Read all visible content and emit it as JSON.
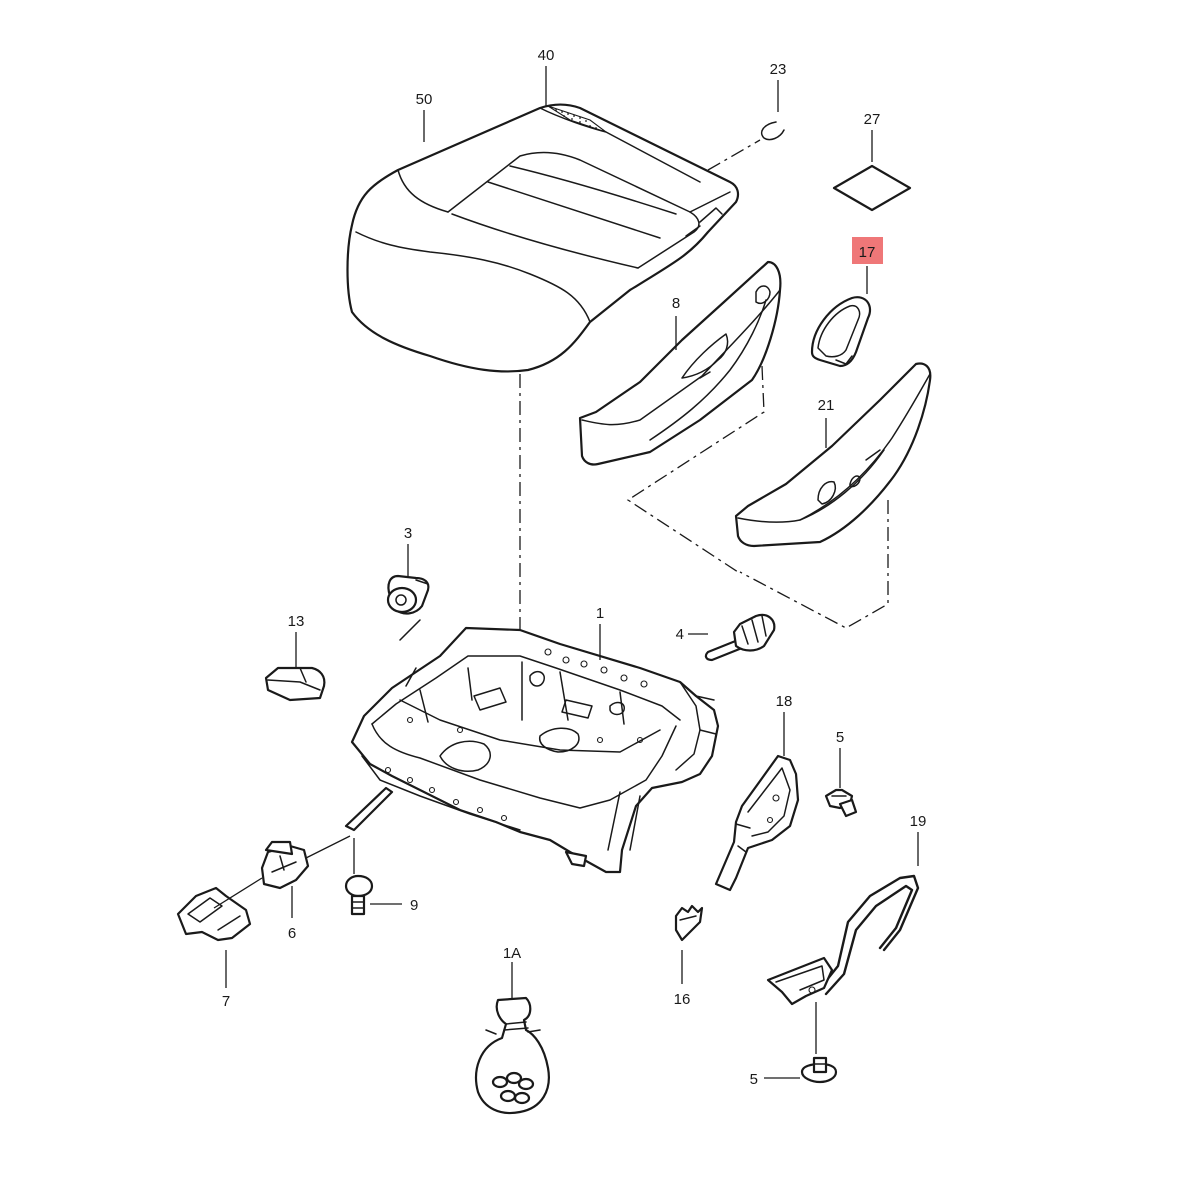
{
  "highlight_color": "#ef7778",
  "line_color": "#1a1a1a",
  "callouts": {
    "c50": "50",
    "c40": "40",
    "c23": "23",
    "c27": "27",
    "c17": "17",
    "c8": "8",
    "c21": "21",
    "c3": "3",
    "c13": "13",
    "c1": "1",
    "c4": "4",
    "c18": "18",
    "c5a": "5",
    "c19": "19",
    "c6": "6",
    "c7": "7",
    "c9": "9",
    "c1a": "1A",
    "c16": "16",
    "c5b": "5"
  },
  "highlighted_callout": "17"
}
